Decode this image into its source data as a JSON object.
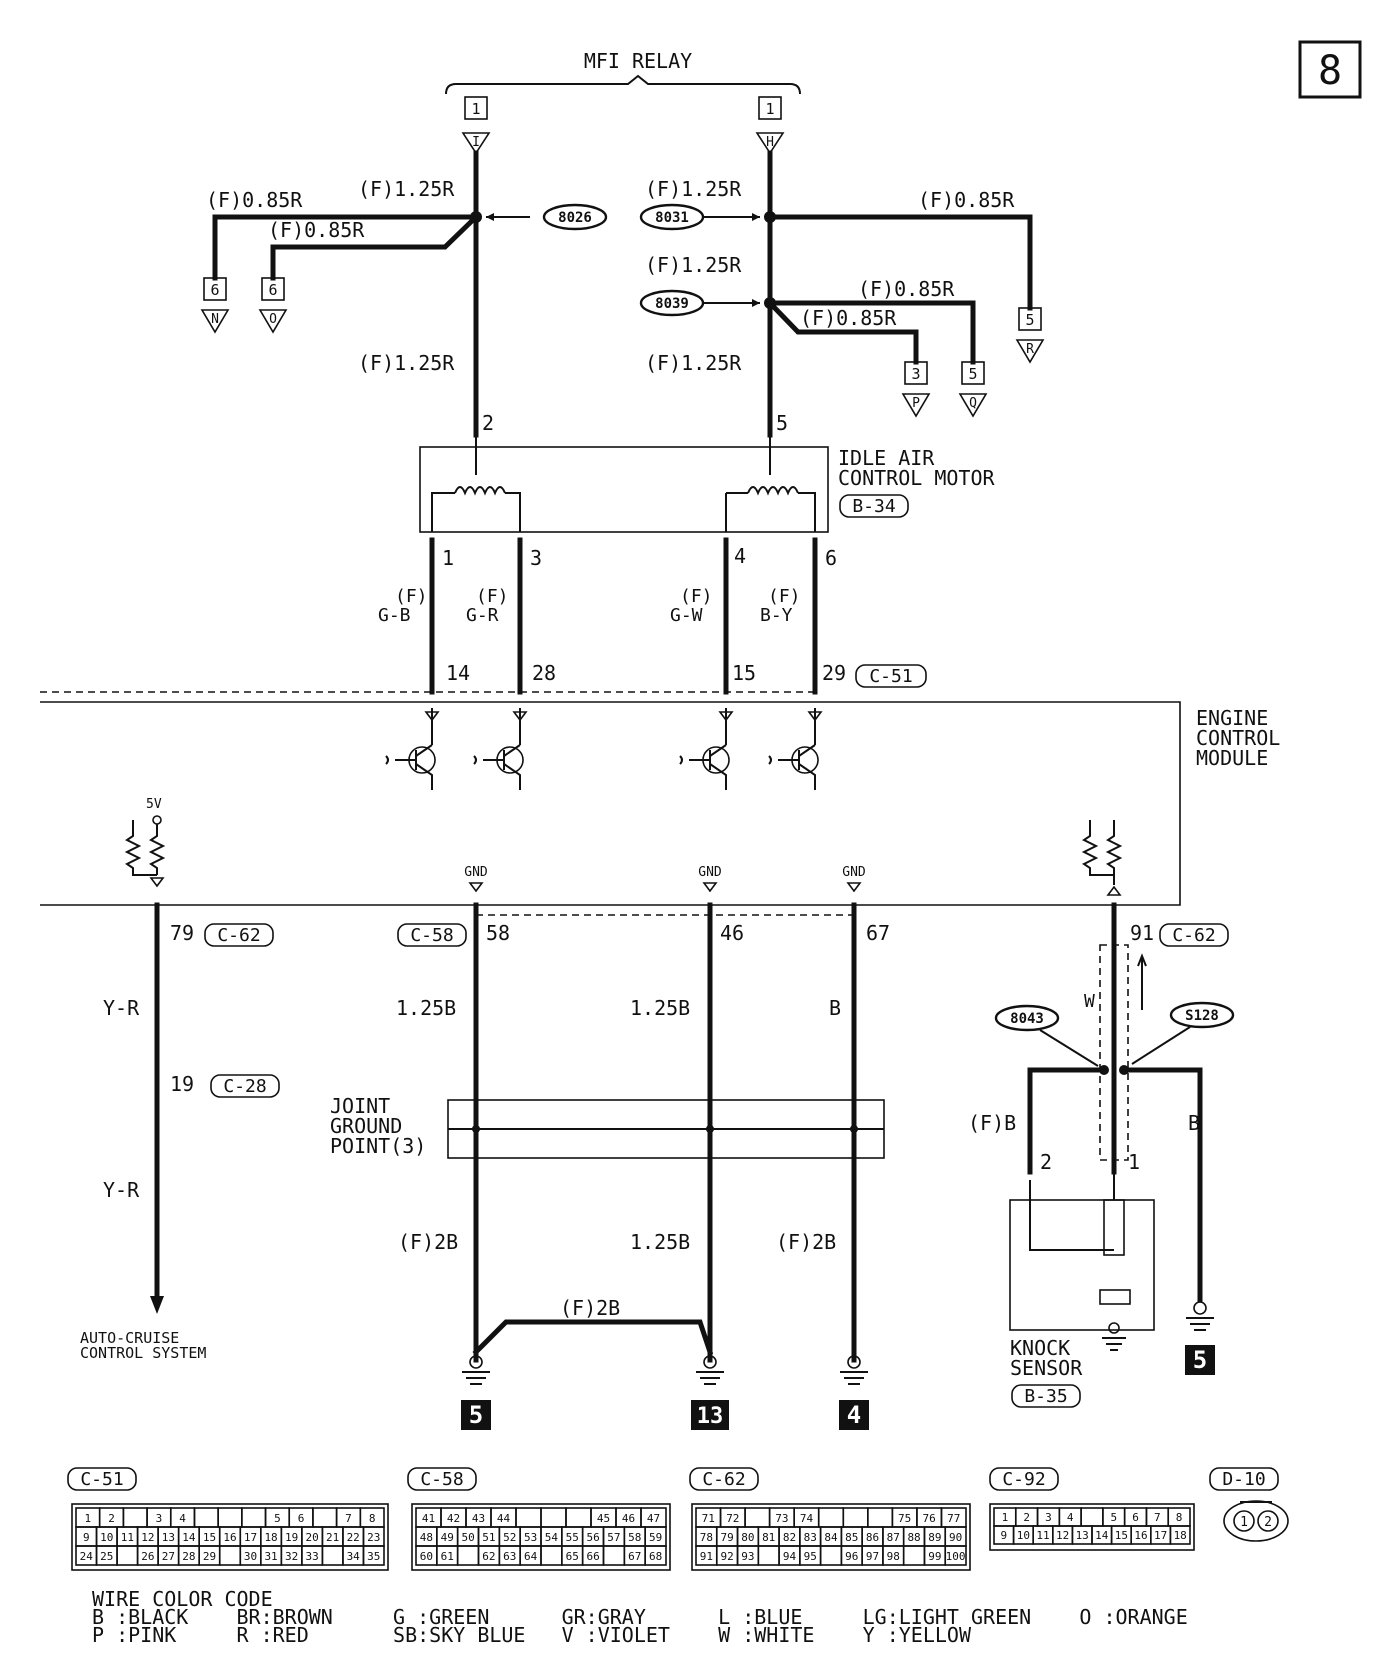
{
  "page_number": "8",
  "mfi_relay": {
    "title": "MFI RELAY",
    "left_terminal": {
      "pin": "1",
      "letter": "I"
    },
    "right_terminal": {
      "pin": "1",
      "letter": "H"
    }
  },
  "wires": {
    "f125r_a": "(F)1.25R",
    "f125r_b": "(F)1.25R",
    "f125r_c": "(F)1.25R",
    "f125r_d": "(F)1.25R",
    "f125r_e": "(F)1.25R",
    "f085r_a": "(F)0.85R",
    "f085r_b": "(F)0.85R",
    "f085r_c": "(F)0.85R",
    "f085r_d": "(F)0.85R",
    "f085r_e": "(F)0.85R",
    "gb": {
      "f": "(F)",
      "c": "G-B"
    },
    "gr": {
      "f": "(F)",
      "c": "G-R"
    },
    "gw": {
      "f": "(F)",
      "c": "G-W"
    },
    "by": {
      "f": "(F)",
      "c": "B-Y"
    },
    "yr_top": "Y-R",
    "yr_bottom": "Y-R",
    "w125b_a": "1.25B",
    "w125b_b": "1.25B",
    "w125b_c": "1.25B",
    "b_67": "B",
    "f2b_a": "(F)2B",
    "f2b_b": "(F)2B",
    "f2b_c": "(F)2B",
    "fb_knock": "(F)B",
    "b_knock": "B",
    "w_shield": "W"
  },
  "splices": [
    "8026",
    "8031",
    "8039",
    "8043",
    "S128"
  ],
  "connectors_ref": {
    "n": {
      "pin": "6",
      "letter": "N"
    },
    "o": {
      "pin": "6",
      "letter": "O"
    },
    "p": {
      "pin": "3",
      "letter": "P"
    },
    "q": {
      "pin": "5",
      "letter": "Q"
    },
    "r": {
      "pin": "5",
      "letter": "R"
    }
  },
  "iac_motor": {
    "label1": "IDLE AIR",
    "label2": "CONTROL MOTOR",
    "connector": "B-34",
    "pins": [
      "2",
      "5",
      "1",
      "3",
      "4",
      "6"
    ]
  },
  "ecm": {
    "label1": "ENGINE",
    "label2": "CONTROL",
    "label3": "MODULE",
    "pins_top": [
      "14",
      "28",
      "15",
      "29"
    ],
    "connector_top": "C-51",
    "v5": "5V",
    "gnd": [
      "GND",
      "GND",
      "GND"
    ]
  },
  "lower": {
    "pin79": "79",
    "c62_a": "C-62",
    "pin19": "19",
    "c28": "C-28",
    "c58": "C-58",
    "pin58": "58",
    "pin46": "46",
    "pin67": "67",
    "pin91": "91",
    "c62_b": "C-62",
    "auto_cruise1": "AUTO-CRUISE",
    "auto_cruise2": "CONTROL SYSTEM",
    "joint1": "JOINT",
    "joint2": "GROUND",
    "joint3": "POINT(3)",
    "knock1": "KNOCK",
    "knock2": "SENSOR",
    "knock_conn": "B-35",
    "knock_pin1": "1",
    "knock_pin2": "2",
    "grounds": [
      "5",
      "13",
      "4",
      "5"
    ]
  },
  "connector_views": {
    "c51": {
      "label": "C-51",
      "rows": [
        [
          "1",
          "2",
          "",
          "3",
          "4",
          "",
          "",
          "",
          "5",
          "6",
          "",
          "7",
          "8"
        ],
        [
          "9",
          "10",
          "11",
          "12",
          "13",
          "14",
          "15",
          "16",
          "17",
          "18",
          "19",
          "20",
          "21",
          "22",
          "23"
        ],
        [
          "24",
          "25",
          "",
          "26",
          "27",
          "28",
          "29",
          "",
          "30",
          "31",
          "32",
          "33",
          "",
          "34",
          "35"
        ]
      ]
    },
    "c58": {
      "label": "C-58",
      "rows": [
        [
          "41",
          "42",
          "43",
          "44",
          "",
          "",
          "",
          "45",
          "46",
          "47"
        ],
        [
          "48",
          "49",
          "50",
          "51",
          "52",
          "53",
          "54",
          "55",
          "56",
          "57",
          "58",
          "59"
        ],
        [
          "60",
          "61",
          "",
          "62",
          "63",
          "64",
          "",
          "65",
          "66",
          "",
          "67",
          "68"
        ]
      ]
    },
    "c62": {
      "label": "C-62",
      "rows": [
        [
          "71",
          "72",
          "",
          "73",
          "74",
          "",
          "",
          "",
          "75",
          "76",
          "77"
        ],
        [
          "78",
          "79",
          "80",
          "81",
          "82",
          "83",
          "84",
          "85",
          "86",
          "87",
          "88",
          "89",
          "90"
        ],
        [
          "91",
          "92",
          "93",
          "",
          "94",
          "95",
          "",
          "96",
          "97",
          "98",
          "",
          "99",
          "100"
        ]
      ]
    },
    "c92": {
      "label": "C-92",
      "rows": [
        [
          "1",
          "2",
          "3",
          "4",
          "",
          "5",
          "6",
          "7",
          "8"
        ],
        [
          "9",
          "10",
          "11",
          "12",
          "13",
          "14",
          "15",
          "16",
          "17",
          "18"
        ]
      ]
    },
    "d10": {
      "label": "D-10",
      "pins": [
        "1",
        "2"
      ]
    }
  },
  "legend": {
    "title": "WIRE COLOR CODE",
    "line1": "B :BLACK    BR:BROWN     G :GREEN      GR:GRAY      L :BLUE     LG:LIGHT GREEN    O :ORANGE",
    "line2": "P :PINK     R :RED       SB:SKY BLUE   V :VIOLET    W :WHITE    Y :YELLOW"
  }
}
